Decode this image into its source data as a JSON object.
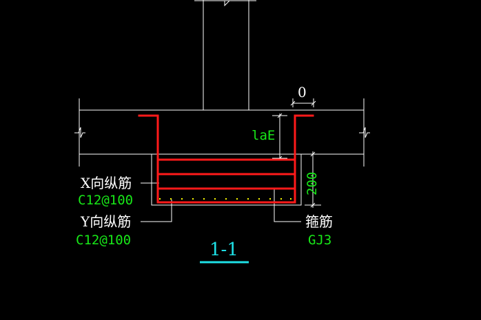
{
  "labels": {
    "dim_top": "0",
    "anchorage": "laE",
    "dim_height": "200",
    "x_bar_name": "X向纵筋",
    "x_bar_spec": "C12@100",
    "y_bar_name": "Y向纵筋",
    "y_bar_spec": "C12@100",
    "stirrup_name": "箍筋",
    "stirrup_spec": "GJ3",
    "section_title": "1-1"
  },
  "colors": {
    "background": "#000000",
    "outline": "#ffffff",
    "rebar": "#ff1a1a",
    "text_green": "#18e818",
    "title_cyan": "#1ee0e6",
    "dots": "#ffff00"
  }
}
